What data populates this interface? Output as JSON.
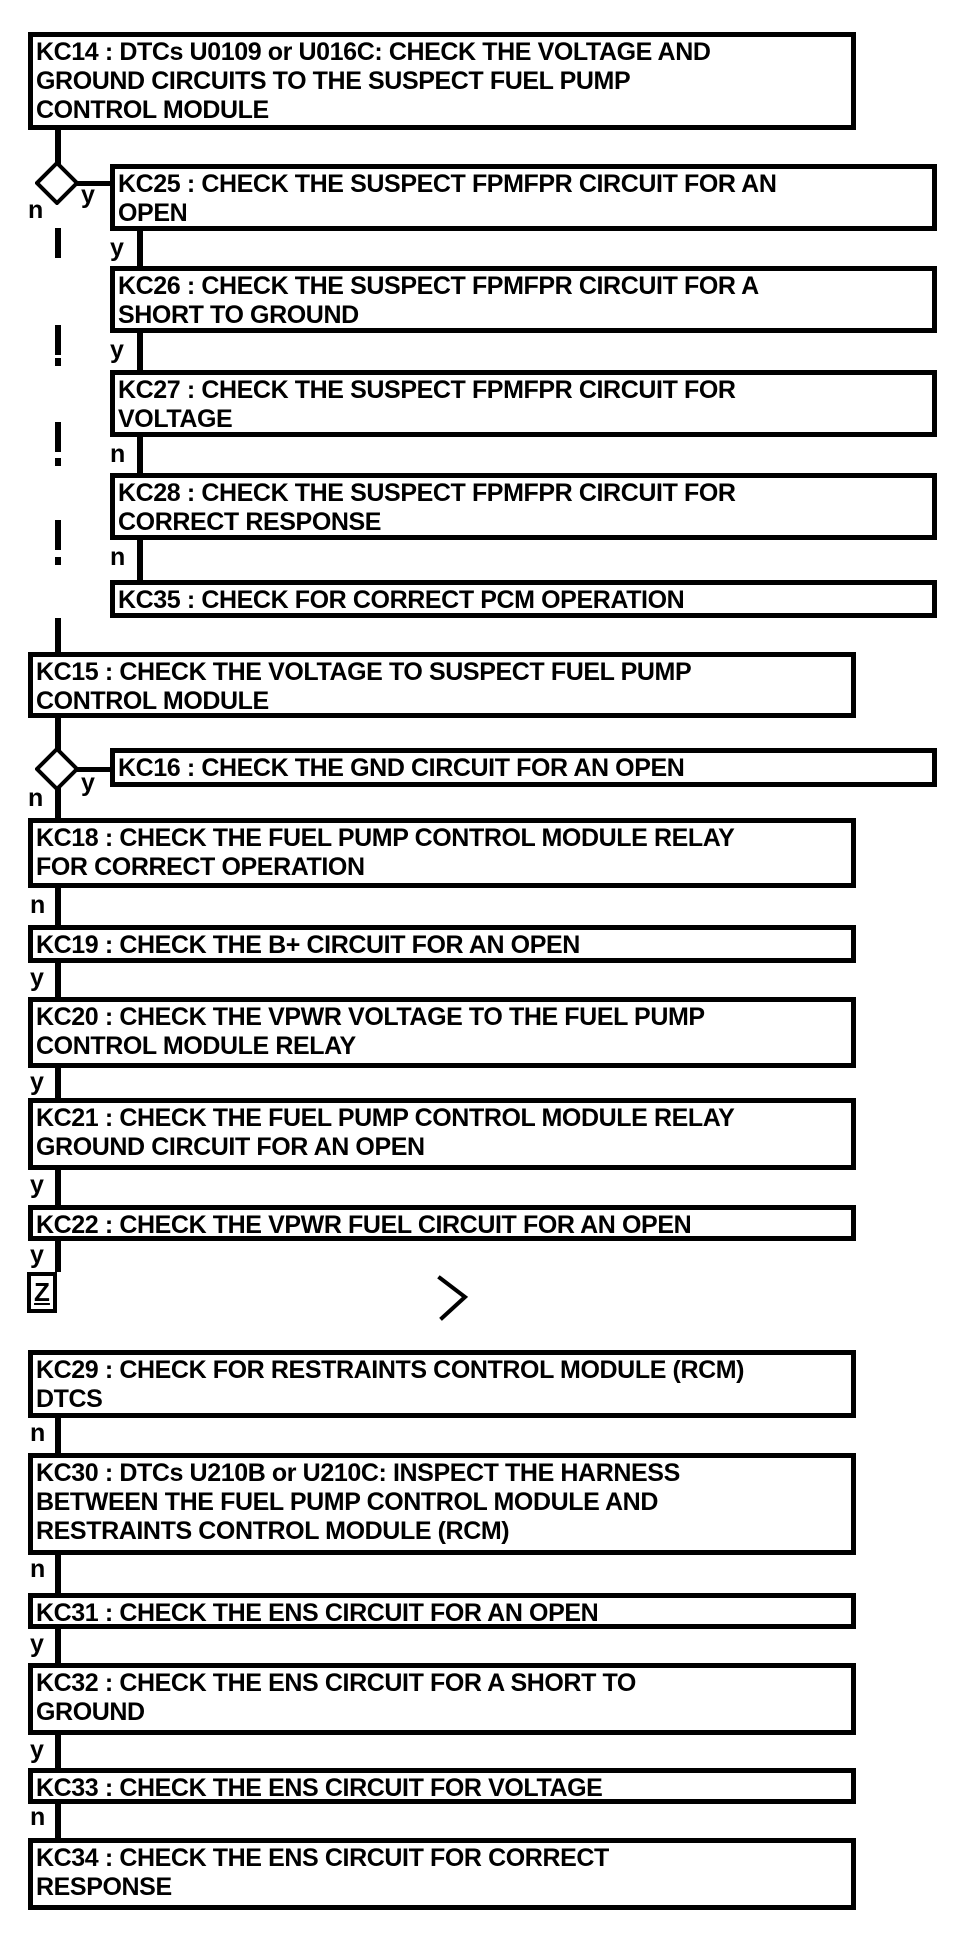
{
  "flowchart": {
    "title": "Fuel pump control module diagnostic flowchart",
    "colors": {
      "line": "#000000",
      "background": "#ffffff"
    },
    "steps": [
      {
        "id": "KC14",
        "label": "KC14 : DTCs U0109 or U016C: CHECK THE VOLTAGE AND\nGROUND CIRCUITS TO THE SUSPECT FUEL PUMP\nCONTROL MODULE"
      },
      {
        "id": "KC25",
        "label": "KC25 : CHECK THE SUSPECT FPMFPR CIRCUIT FOR AN\nOPEN"
      },
      {
        "id": "KC26",
        "label": "KC26 : CHECK THE SUSPECT FPMFPR CIRCUIT FOR A\nSHORT TO GROUND"
      },
      {
        "id": "KC27",
        "label": "KC27 : CHECK THE SUSPECT FPMFPR CIRCUIT FOR\nVOLTAGE"
      },
      {
        "id": "KC28",
        "label": "KC28 : CHECK THE SUSPECT FPMFPR CIRCUIT FOR\nCORRECT RESPONSE"
      },
      {
        "id": "KC35",
        "label": "KC35 : CHECK FOR CORRECT PCM OPERATION"
      },
      {
        "id": "KC15",
        "label": "KC15 : CHECK THE VOLTAGE TO SUSPECT FUEL PUMP\nCONTROL MODULE"
      },
      {
        "id": "KC16",
        "label": "KC16 : CHECK THE GND CIRCUIT FOR AN OPEN"
      },
      {
        "id": "KC18",
        "label": "KC18 : CHECK THE FUEL PUMP CONTROL MODULE RELAY\nFOR CORRECT OPERATION"
      },
      {
        "id": "KC19",
        "label": "KC19 : CHECK THE B+ CIRCUIT FOR AN OPEN"
      },
      {
        "id": "KC20",
        "label": "KC20 : CHECK THE VPWR VOLTAGE TO THE FUEL PUMP\nCONTROL MODULE RELAY"
      },
      {
        "id": "KC21",
        "label": "KC21 : CHECK THE FUEL PUMP CONTROL MODULE RELAY\nGROUND CIRCUIT FOR AN OPEN"
      },
      {
        "id": "KC22",
        "label": "KC22 : CHECK THE VPWR FUEL CIRCUIT FOR AN OPEN"
      },
      {
        "id": "KC29",
        "label": "KC29 : CHECK FOR RESTRAINTS CONTROL MODULE (RCM)\nDTCS"
      },
      {
        "id": "KC30",
        "label": "KC30 : DTCs U210B or U210C: INSPECT THE HARNESS\nBETWEEN THE FUEL PUMP CONTROL MODULE AND\nRESTRAINTS CONTROL MODULE (RCM)"
      },
      {
        "id": "KC31",
        "label": "KC31 : CHECK THE ENS CIRCUIT FOR AN OPEN"
      },
      {
        "id": "KC32",
        "label": "KC32 : CHECK THE ENS CIRCUIT FOR A SHORT TO\nGROUND"
      },
      {
        "id": "KC33",
        "label": "KC33 : CHECK THE ENS CIRCUIT FOR VOLTAGE"
      },
      {
        "id": "KC34",
        "label": "KC34 : CHECK THE ENS CIRCUIT FOR CORRECT\nRESPONSE"
      }
    ],
    "branch_labels": {
      "d1_no": "n",
      "d1_yes": "y",
      "g_25_26": "y",
      "g_26_27": "y",
      "g_27_28": "n",
      "g_28_35": "n",
      "d2_no": "n",
      "d2_yes": "y",
      "g_18_19": "n",
      "g_19_20": "y",
      "g_20_21": "y",
      "g_21_22": "y",
      "g_22_z": "y",
      "g_29_30": "n",
      "g_30_31": "n",
      "g_31_32": "y",
      "g_32_33": "y",
      "g_33_34": "n"
    },
    "off_page_connector": {
      "label": "Z"
    }
  }
}
